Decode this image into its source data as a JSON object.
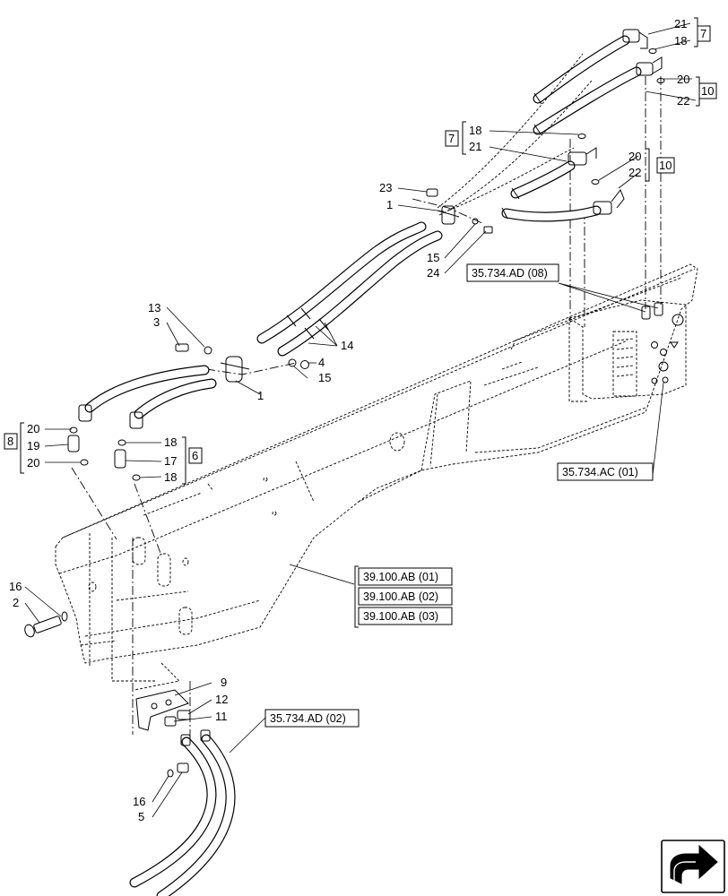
{
  "callouts": {
    "c21_top": "21",
    "c18_top": "18",
    "c7_top": "7",
    "c20_tr": "20",
    "c22_tr": "22",
    "c10_tr": "10",
    "c18_mid": "18",
    "c21_mid": "21",
    "c7_mid": "7",
    "c20_mid": "20",
    "c22_mid": "22",
    "c10_mid": "10",
    "c23": "23",
    "c1_top": "1",
    "c15_top": "15",
    "c24": "24",
    "c13": "13",
    "c3": "3",
    "c14": "14",
    "c4": "4",
    "c15_mid": "15",
    "c1_mid": "1",
    "c20_l1": "20",
    "c19": "19",
    "c20_l2": "20",
    "c8": "8",
    "c18_l1": "18",
    "c17": "17",
    "c18_l2": "18",
    "c6": "6",
    "c16_a": "16",
    "c2": "2",
    "c9": "9",
    "c12": "12",
    "c11": "11",
    "c16_b": "16",
    "c5": "5"
  },
  "references": {
    "ref_ad08": "35.734.AD (08)",
    "ref_ac01": "35.734.AC (01)",
    "ref_ab01": "39.100.AB (01)",
    "ref_ab02": "39.100.AB (02)",
    "ref_ab03": "39.100.AB (03)",
    "ref_ad02": "35.734.AD (02)"
  },
  "navigation": {
    "icon": "next-page-arrow-icon"
  }
}
